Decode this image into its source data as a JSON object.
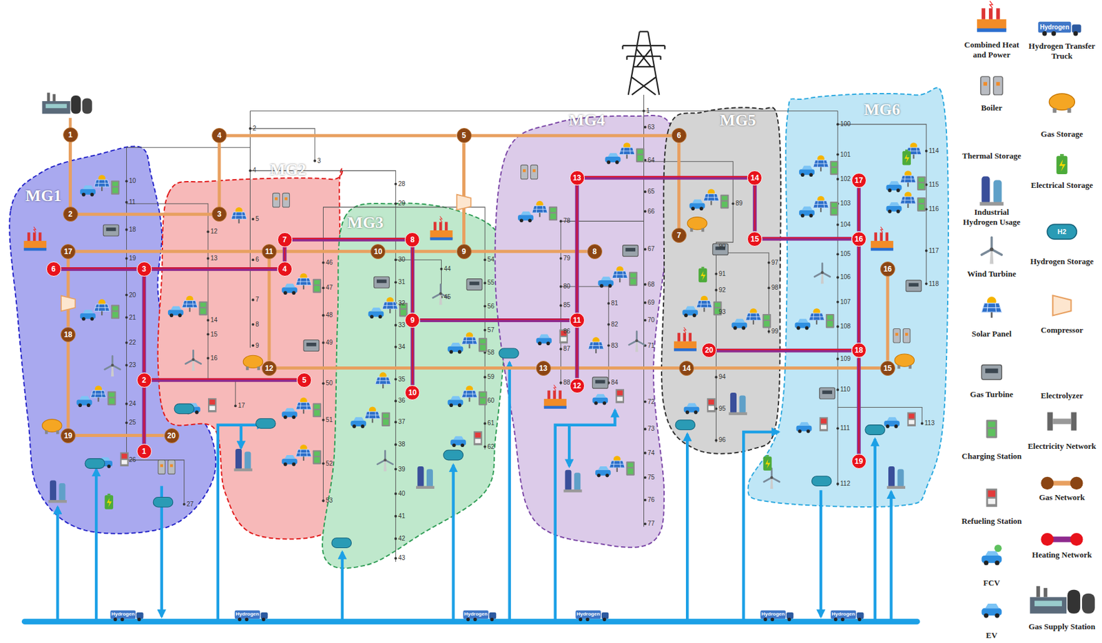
{
  "diagram": {
    "nodes": [
      {
        "text": [
          "MG1"
        ]
      },
      {
        "text": [
          "MG2"
        ]
      },
      {
        "text": [
          "MG3"
        ]
      },
      {
        "text": [
          "MG4"
        ]
      },
      {
        "text": [
          "MG5"
        ]
      },
      {
        "text": [
          "MG6"
        ]
      },
      {
        "text": [
          "1"
        ]
      },
      {
        "text": [
          "2"
        ],
        "in": 0
      },
      {
        "text": [
          "3"
        ],
        "in": 1
      },
      {
        "text": [
          "4"
        ]
      },
      {
        "text": [
          "5"
        ]
      },
      {
        "text": [
          "6"
        ]
      },
      {
        "text": [
          "7"
        ],
        "in": 4
      },
      {
        "text": [
          "8"
        ],
        "in": 3
      },
      {
        "text": [
          "9"
        ],
        "in": 2
      },
      {
        "text": [
          "10"
        ],
        "in": 2
      },
      {
        "text": [
          "11"
        ],
        "in": 1
      },
      {
        "text": [
          "12"
        ],
        "in": 1
      },
      {
        "text": [
          "13"
        ],
        "in": 3
      },
      {
        "text": [
          "14"
        ],
        "in": 4
      },
      {
        "text": [
          "15"
        ],
        "in": 5
      },
      {
        "text": [
          "16"
        ],
        "in": 5
      },
      {
        "text": [
          "17"
        ],
        "in": 0
      },
      {
        "text": [
          "18"
        ],
        "in": 0
      },
      {
        "text": [
          "19"
        ],
        "in": 0
      },
      {
        "text": [
          "20"
        ],
        "in": 0
      },
      {
        "text": [
          "1"
        ],
        "in": 0
      },
      {
        "text": [
          "2"
        ],
        "in": 0
      },
      {
        "text": [
          "3"
        ],
        "in": 0
      },
      {
        "text": [
          "4"
        ],
        "in": 1
      },
      {
        "text": [
          "5"
        ],
        "in": 1
      },
      {
        "text": [
          "6"
        ],
        "in": 0
      },
      {
        "text": [
          "7"
        ],
        "in": 1
      },
      {
        "text": [
          "8"
        ],
        "in": 2
      },
      {
        "text": [
          "9"
        ],
        "in": 2
      },
      {
        "text": [
          "10"
        ],
        "in": 2
      },
      {
        "text": [
          "11"
        ],
        "in": 3
      },
      {
        "text": [
          "12"
        ],
        "in": 3
      },
      {
        "text": [
          "13"
        ],
        "in": 3
      },
      {
        "text": [
          "14"
        ],
        "in": 4
      },
      {
        "text": [
          "15"
        ],
        "in": 4
      },
      {
        "text": [
          "16"
        ],
        "in": 5
      },
      {
        "text": [
          "17"
        ],
        "in": 5
      },
      {
        "text": [
          "18"
        ],
        "in": 5
      },
      {
        "text": [
          "19"
        ],
        "in": 5
      },
      {
        "text": [
          "20"
        ],
        "in": 4
      }
    ],
    "edges": [
      {
        "from": 6,
        "to": 7,
        "arrow": "none"
      },
      {
        "from": 7,
        "to": 8,
        "arrow": "none"
      },
      {
        "from": 8,
        "to": 9,
        "arrow": "none"
      },
      {
        "from": 9,
        "to": 10,
        "arrow": "none"
      },
      {
        "from": 10,
        "to": 11,
        "arrow": "none"
      },
      {
        "from": 11,
        "to": 12,
        "arrow": "none"
      },
      {
        "from": 10,
        "to": 14,
        "arrow": "none"
      },
      {
        "from": 14,
        "to": 13,
        "arrow": "none"
      },
      {
        "from": 15,
        "to": 14,
        "arrow": "none"
      },
      {
        "from": 16,
        "to": 15,
        "arrow": "none"
      },
      {
        "from": 22,
        "to": 16,
        "arrow": "none"
      },
      {
        "from": 16,
        "to": 17,
        "arrow": "none"
      },
      {
        "from": 17,
        "to": 18,
        "arrow": "none"
      },
      {
        "from": 18,
        "to": 19,
        "arrow": "none"
      },
      {
        "from": 19,
        "to": 20,
        "arrow": "none"
      },
      {
        "from": 20,
        "to": 21,
        "arrow": "none"
      },
      {
        "from": 22,
        "to": 23,
        "arrow": "none"
      },
      {
        "from": 23,
        "to": 24,
        "arrow": "none"
      },
      {
        "from": 24,
        "to": 25,
        "arrow": "none"
      },
      {
        "from": 31,
        "to": 28,
        "arrow": "none"
      },
      {
        "from": 28,
        "to": 29,
        "arrow": "none"
      },
      {
        "from": 28,
        "to": 27,
        "arrow": "none"
      },
      {
        "from": 27,
        "to": 26,
        "arrow": "none"
      },
      {
        "from": 27,
        "to": 30,
        "arrow": "none"
      },
      {
        "from": 29,
        "to": 32,
        "arrow": "none"
      },
      {
        "from": 32,
        "to": 33,
        "arrow": "none"
      },
      {
        "from": 33,
        "to": 34,
        "arrow": "none"
      },
      {
        "from": 34,
        "to": 35,
        "arrow": "none"
      },
      {
        "from": 34,
        "to": 36,
        "arrow": "none"
      },
      {
        "from": 36,
        "to": 37,
        "arrow": "none"
      },
      {
        "from": 36,
        "to": 38,
        "arrow": "none"
      },
      {
        "from": 38,
        "to": 39,
        "arrow": "none"
      },
      {
        "from": 39,
        "to": 40,
        "arrow": "none"
      },
      {
        "from": 40,
        "to": 41,
        "arrow": "none"
      },
      {
        "from": 41,
        "to": 42,
        "arrow": "none"
      },
      {
        "from": 41,
        "to": 43,
        "arrow": "none"
      },
      {
        "from": 43,
        "to": 44,
        "arrow": "none"
      },
      {
        "from": 43,
        "to": 45,
        "arrow": "none"
      }
    ],
    "labels": [
      "1",
      "2",
      "3",
      "4",
      "5",
      "6",
      "7",
      "8",
      "9",
      "10",
      "11",
      "12",
      "13",
      "14",
      "15",
      "16",
      "17",
      "18",
      "19",
      "20",
      "21",
      "22",
      "23",
      "24",
      "25",
      "26",
      "27",
      "28",
      "29",
      "30",
      "31",
      "32",
      "33",
      "34",
      "35",
      "36",
      "37",
      "38",
      "39",
      "40",
      "41",
      "42",
      "43",
      "44",
      "45",
      "46",
      "47",
      "48",
      "49",
      "50",
      "51",
      "52",
      "53",
      "54",
      "55",
      "56",
      "57",
      "58",
      "59",
      "60",
      "61",
      "62",
      "63",
      "64",
      "65",
      "66",
      "67",
      "68",
      "69",
      "70",
      "71",
      "72",
      "73",
      "74",
      "75",
      "76",
      "77",
      "78",
      "79",
      "80",
      "81",
      "82",
      "83",
      "84",
      "85",
      "86",
      "87",
      "88",
      "89",
      "90",
      "91",
      "92",
      "93",
      "94",
      "95",
      "96",
      "97",
      "98",
      "99",
      "100",
      "101",
      "102",
      "103",
      "104",
      "105",
      "106",
      "107",
      "108",
      "109",
      "110",
      "111",
      "112",
      "113",
      "114",
      "115",
      "116",
      "117",
      "118",
      "Hydrogen",
      "Hydrogen",
      "Hydrogen",
      "Hydrogen",
      "Hydrogen",
      "Hydrogen",
      "Hydrogen",
      "H2"
    ],
    "legend": [
      {
        "text": "Combined Heat and Power"
      },
      {
        "text": "Boiler"
      },
      {
        "text": "Thermal Storage"
      },
      {
        "text": "Industrial Hydrogen Usage"
      },
      {
        "text": "Wind Turbine"
      },
      {
        "text": "Solar Panel"
      },
      {
        "text": "Gas Turbine"
      },
      {
        "text": "Charging Station"
      },
      {
        "text": "Refueling Station"
      },
      {
        "text": "FCV"
      },
      {
        "text": "EV"
      },
      {
        "text": "Hydrogen Transfer Truck"
      },
      {
        "text": "Gas Storage"
      },
      {
        "text": "Electrical Storage"
      },
      {
        "text": "Hydrogen Storage"
      },
      {
        "text": "Compressor"
      },
      {
        "text": "Electrolyzer"
      },
      {
        "text": "Electricity Network"
      },
      {
        "text": "Gas Network"
      },
      {
        "text": "Heating Network"
      },
      {
        "text": "Gas Supply Station"
      }
    ]
  }
}
